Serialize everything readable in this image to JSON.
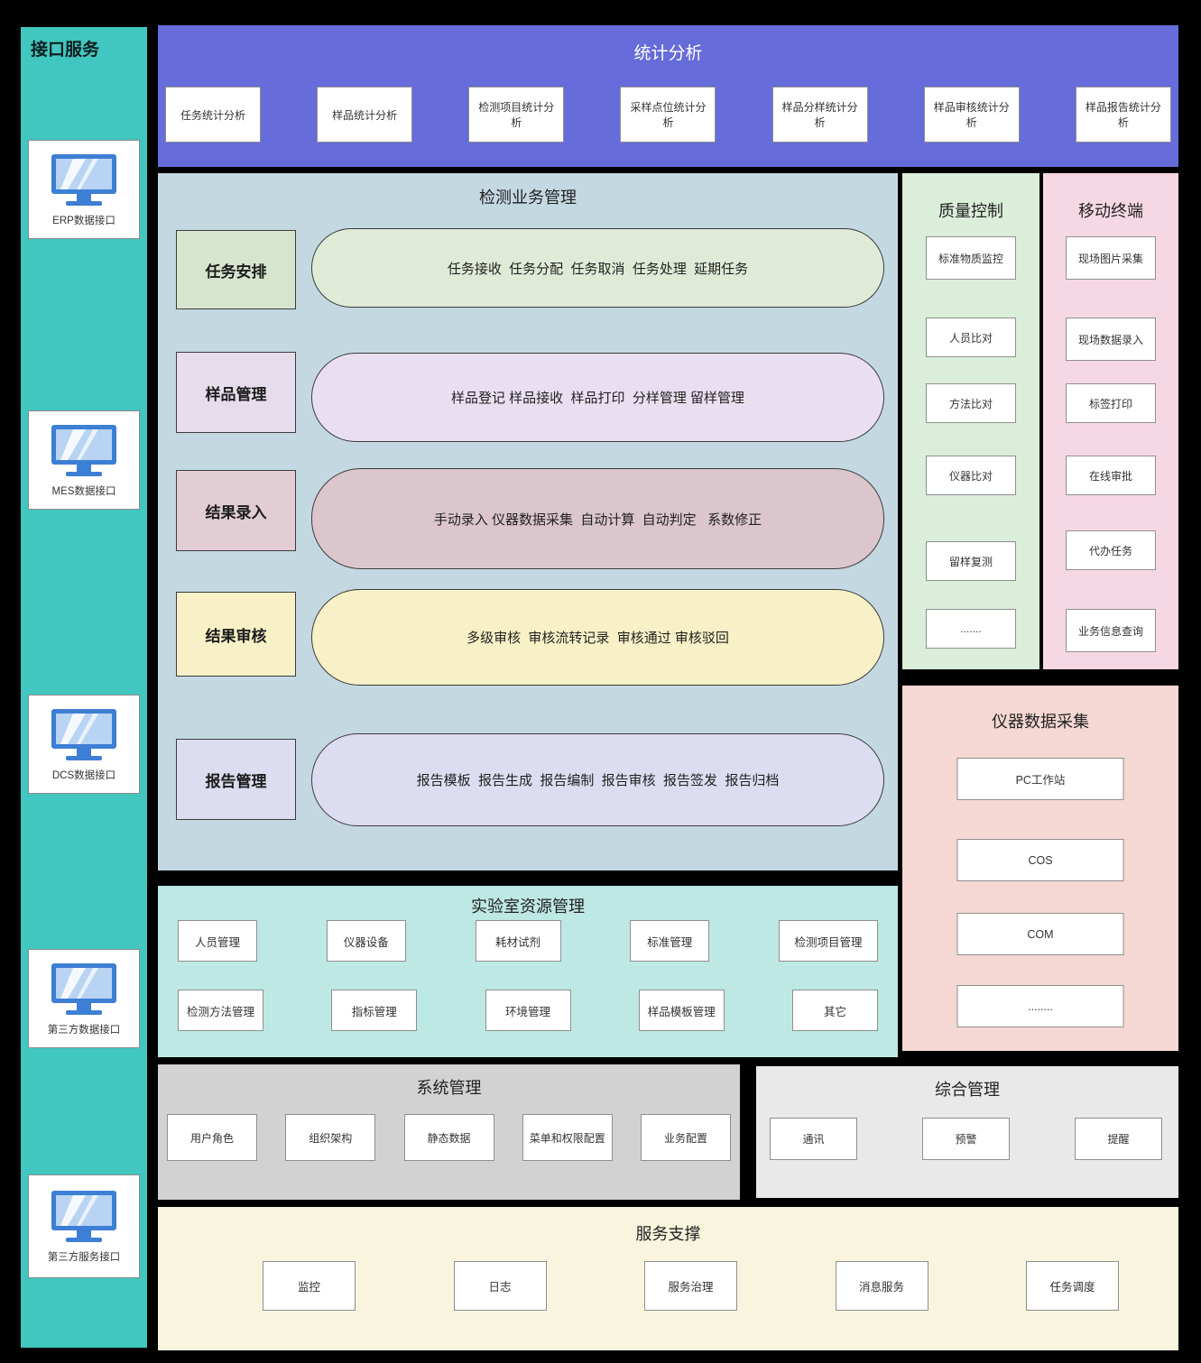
{
  "interface_services": {
    "title": "接口服务",
    "items": [
      "ERP数据接口",
      "MES数据接口",
      "DCS数据接口",
      "第三方数据接口",
      "第三方服务接口"
    ]
  },
  "statistical_analysis": {
    "title": "统计分析",
    "items": [
      "任务统计分析",
      "样品统计分析",
      "检测项目统计分析",
      "采样点位统计分析",
      "样品分样统计分析",
      "样品审核统计分析",
      "样品报告统计分析"
    ]
  },
  "testing_business": {
    "title": "检测业务管理",
    "rows": [
      {
        "label": "任务安排",
        "items": "任务接收  任务分配  任务取消  任务处理  延期任务",
        "color": "#D7E5CE"
      },
      {
        "label": "样品管理",
        "items": "样品登记 样品接收  样品打印  分样管理 留样管理",
        "color": "#E6DCEC"
      },
      {
        "label": "结果录入",
        "items": "手动录入 仪器数据采集  自动计算  自动判定   系数修正",
        "color": "#DCC6CD"
      },
      {
        "label": "结果审核",
        "items": "多级审核  审核流转记录  审核通过 审核驳回",
        "color": "#F8F1C7"
      },
      {
        "label": "报告管理",
        "items": "报告模板  报告生成  报告编制  报告审核  报告签发  报告归档",
        "color": "#DCDDF1"
      }
    ]
  },
  "quality_control": {
    "title": "质量控制",
    "items": [
      "标准物质监控",
      "人员比对",
      "方法比对",
      "仪器比对",
      "留样复测",
      "......."
    ]
  },
  "mobile_terminal": {
    "title": "移动终端",
    "items": [
      "现场图片采集",
      "现场数据录入",
      "标签打印",
      "在线审批",
      "代办任务",
      "业务信息查询"
    ]
  },
  "instrument_data": {
    "title": "仪器数据采集",
    "items": [
      "PC工作站",
      "COS",
      "COM",
      "........"
    ]
  },
  "lab_resources": {
    "title": "实验室资源管理",
    "row1": [
      "人员管理",
      "仪器设备",
      "耗材试剂",
      "标准管理",
      "检测项目管理"
    ],
    "row2": [
      "检测方法管理",
      "指标管理",
      "环境管理",
      "样品模板管理",
      "其它"
    ]
  },
  "system_management": {
    "title": "系统管理",
    "items": [
      "用户角色",
      "组织架构",
      "静态数据",
      "菜单和权限配置",
      "业务配置"
    ]
  },
  "comprehensive_management": {
    "title": "综合管理",
    "items": [
      "通讯",
      "预警",
      "提醒"
    ]
  },
  "service_support": {
    "title": "服务支撑",
    "items": [
      "监控",
      "日志",
      "服务治理",
      "消息服务",
      "任务调度"
    ]
  },
  "colors": {
    "background": "#000000",
    "interface_panel": "#41C7BF",
    "stats_panel": "#666CD9",
    "business_panel": "#C4D8E1",
    "quality_panel": "#DBEEDA",
    "mobile_panel": "#F6D8E4",
    "instrument_panel": "#F5D7D3",
    "lab_panel": "#BEE8E3",
    "system_panel": "#D2D2D2",
    "comprehensive_panel": "#E9E9E9",
    "service_panel": "#F8F4DE"
  }
}
